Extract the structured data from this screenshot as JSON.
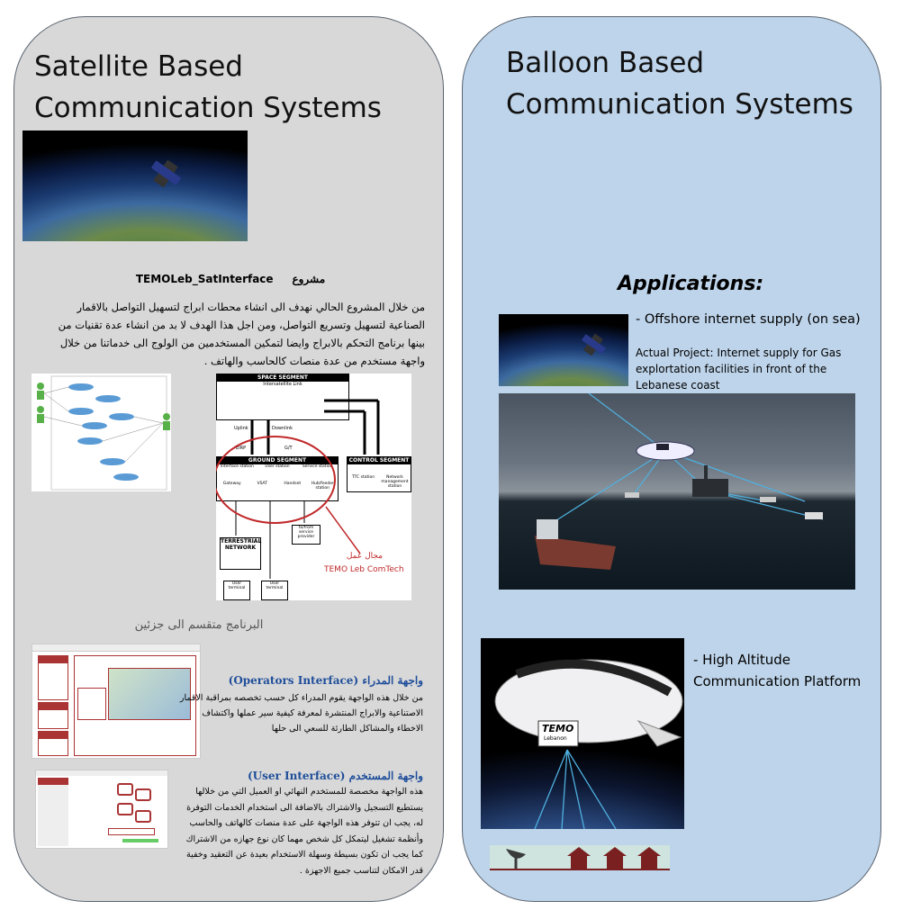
{
  "left": {
    "title_line1": "Satellite Based",
    "title_line2": "Communication Systems",
    "project_label_ar": "مشروع",
    "project_name": "TEMOLeb_SatInterface",
    "description_ar": "من خلال المشروع الحالي نهدف الى انشاء محطات ابراج لتسهيل التواصل بالاقمار الصناعية لتسهيل وتسريع التواصل، ومن اجل هذا الهدف لا بد من انشاء عدة تقنيات من بينها برنامج التحكم بالابراج وايضا لتمكين المستخدمين من الولوج الى خدماتنا من خلال واجهة مستخدم من عدة منصات كالحاسب والهاتف .",
    "diagram": {
      "space_segment": "SPACE SEGMENT",
      "intersatellite_link": "Intersatellite Link",
      "uplink": "Uplink",
      "downlink": "Downlink",
      "eirp": "EIRP",
      "gt": "G/T",
      "ground_segment": "GROUND SEGMENT",
      "control_segment": "CONTROL SEGMENT",
      "interface_station": "Interface station",
      "user_station": "User station",
      "service_station": "Service station",
      "gateway": "Gateway",
      "vsat": "VSAT",
      "handset": "Handset",
      "hub_feeder": "Hub/feeder station",
      "ttc_station": "TTC station",
      "network_mgmt": "Network management station",
      "terrestrial_network": "TERRESTRIAL NETWORK",
      "to_from_provider": "to/from service provider",
      "user_terminal_1": "User terminal",
      "user_terminal_2": "User terminal",
      "work_area_ar": "مجال عمل",
      "company": "TEMO Leb ComTech"
    },
    "divided_ar": "البرنامج متقسم الى جزئين",
    "operators": {
      "heading_ar": "واجهة المدراء",
      "heading_en": "(Operators Interface)",
      "body_ar": "من خلال هذه الواجهة يقوم المدراء كل حسب تخصصه بمراقبة الاقمار الاصتناعية والابراج المنتشرة لمعرفة كيفية سير عملها واكتشاف الاخطاء والمشاكل الطارئة للسعي الى حلها"
    },
    "user": {
      "heading_ar": "واجهة المستخدم",
      "heading_en": "(User Interface)",
      "body_ar": "هذه الواجهة مخصصة للمستخدم النهائي او العميل التي من خلالها يستطيع التسجيل والاشتراك بالاضافة الى استخدام الخدمات التوفرة له، يجب ان تتوفر هذه الواجهة على عدة منصات كالهاتف والحاسب وأنظمة تشغيل ليتمكل كل شخص مهما كان نوع جهازه من الاشتراك كما يجب ان تكون بسيطة وسهلة الاستخدام بعيدة عن التعقيد وخفية قدر الامكان لتناسب جميع الاجهزة ."
    }
  },
  "right": {
    "title_line1": "Balloon Based",
    "title_line2": "Communication Systems",
    "applications": "Applications:",
    "app1": "- Offshore internet supply (on sea)",
    "app1_detail": "Actual Project: Internet supply for Gas explortation facilities  in front of the Lebanese coast",
    "app2_line1": "- High Altitude",
    "app2_line2": "Communication Platform",
    "airship_label": "TEMO",
    "airship_sub": "Lebanon"
  },
  "colors": {
    "left_panel": "#d8d8d8",
    "right_panel": "#bed4ea",
    "heading_blue": "#1f4e9a",
    "red_annotation": "#c0282a"
  }
}
